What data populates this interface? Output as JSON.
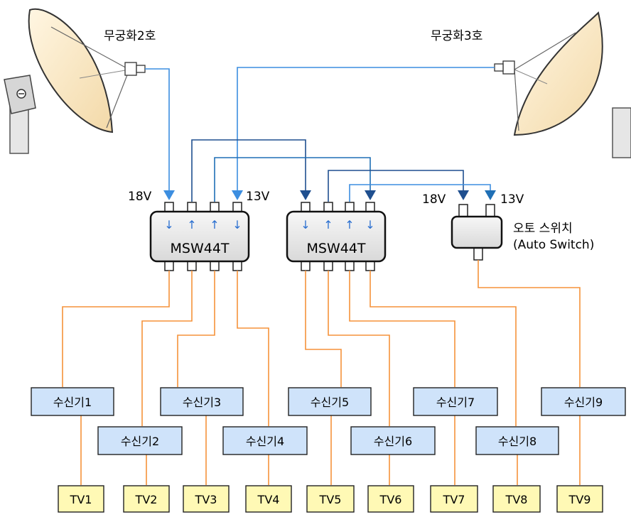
{
  "satellites": {
    "left": "무궁화2호",
    "right": "무궁화3호"
  },
  "voltages": {
    "v18": "18V",
    "v13": "13V"
  },
  "switches": [
    {
      "label": "MSW44T"
    },
    {
      "label": "MSW44T"
    }
  ],
  "auto_switch": {
    "line1": "오토 스위치",
    "line2": "(Auto Switch)"
  },
  "receivers": [
    "수신기1",
    "수신기2",
    "수신기3",
    "수신기4",
    "수신기5",
    "수신기6",
    "수신기7",
    "수신기8",
    "수신기9"
  ],
  "tvs": [
    "TV1",
    "TV2",
    "TV3",
    "TV4",
    "TV5",
    "TV6",
    "TV7",
    "TV8",
    "TV9"
  ],
  "port_arrows": [
    "↓",
    "↑",
    "↑",
    "↓"
  ],
  "colors": {
    "line_light_blue": "#3c8ee0",
    "line_dark_blue": "#1f4f8f",
    "line_orange": "#f5923a",
    "receiver_fill": "#cfe3fa",
    "tv_fill": "#fff9b5",
    "dish_fill": "#fbe9c8",
    "switch_fill": "#e9e9e9"
  }
}
